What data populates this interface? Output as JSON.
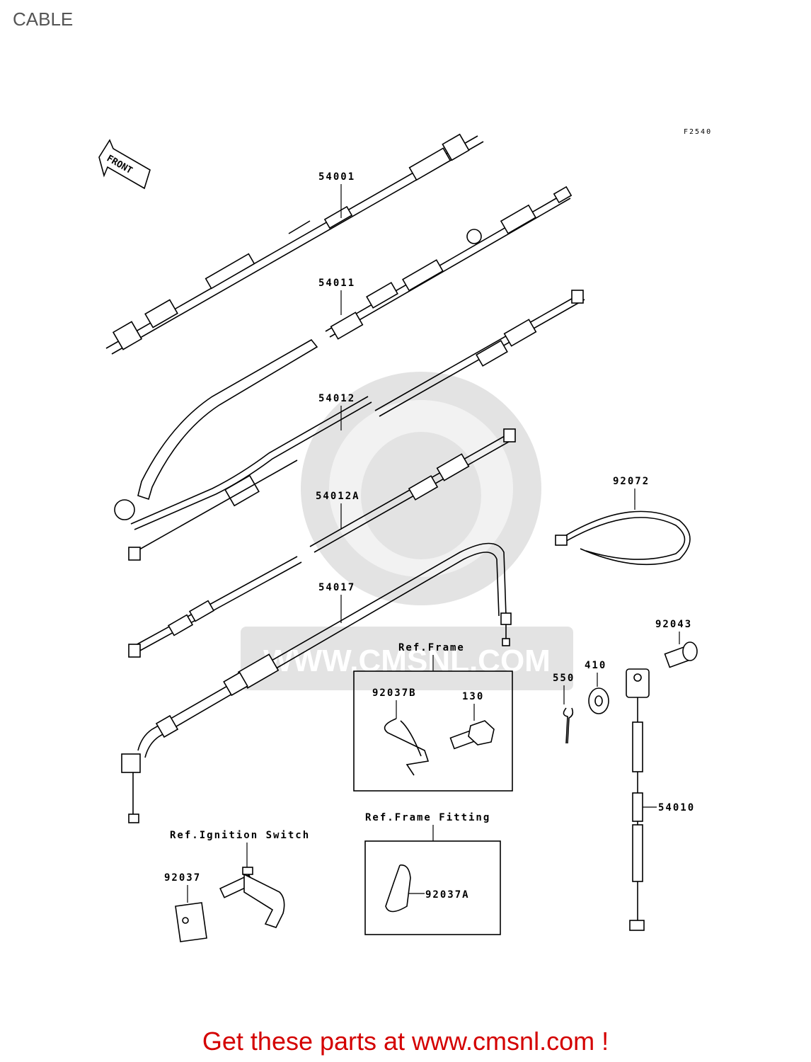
{
  "page": {
    "title": "CABLE"
  },
  "diagram": {
    "code": "F2540",
    "front_arrow": "FRONT",
    "parts": {
      "p54001": "54001",
      "p54011": "54011",
      "p54012": "54012",
      "p54012A": "54012A",
      "p54017": "54017",
      "p92072": "92072",
      "p92043": "92043",
      "p410": "410",
      "p550": "550",
      "p92037B": "92037B",
      "p130": "130",
      "p54010": "54010",
      "p92037": "92037",
      "p92037A": "92037A"
    },
    "groups": {
      "ref_frame": "Ref.Frame",
      "ref_frame_fitting": "Ref.Frame Fitting",
      "ref_ignition_switch": "Ref.Ignition Switch"
    },
    "watermark": "WWW.CMSNL.COM"
  },
  "footer": {
    "promo": "Get these parts at www.cmsnl.com !"
  }
}
